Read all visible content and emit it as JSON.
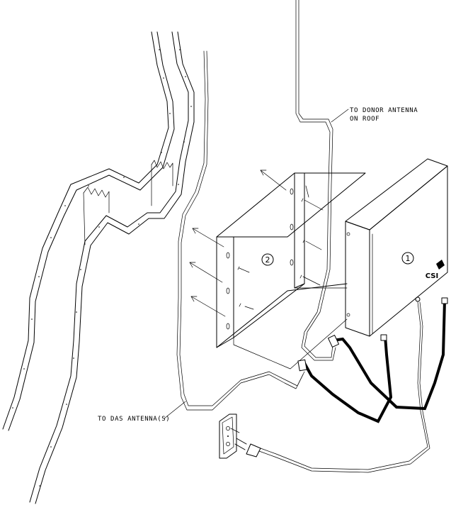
{
  "labels": {
    "donor_line1": "TO DONOR ANTENNA",
    "donor_line2": "ON ROOF",
    "das": "TO DAS ANTENNA(S)",
    "callout_amplifier": "1",
    "callout_bracket": "2",
    "logo": "CSI"
  }
}
